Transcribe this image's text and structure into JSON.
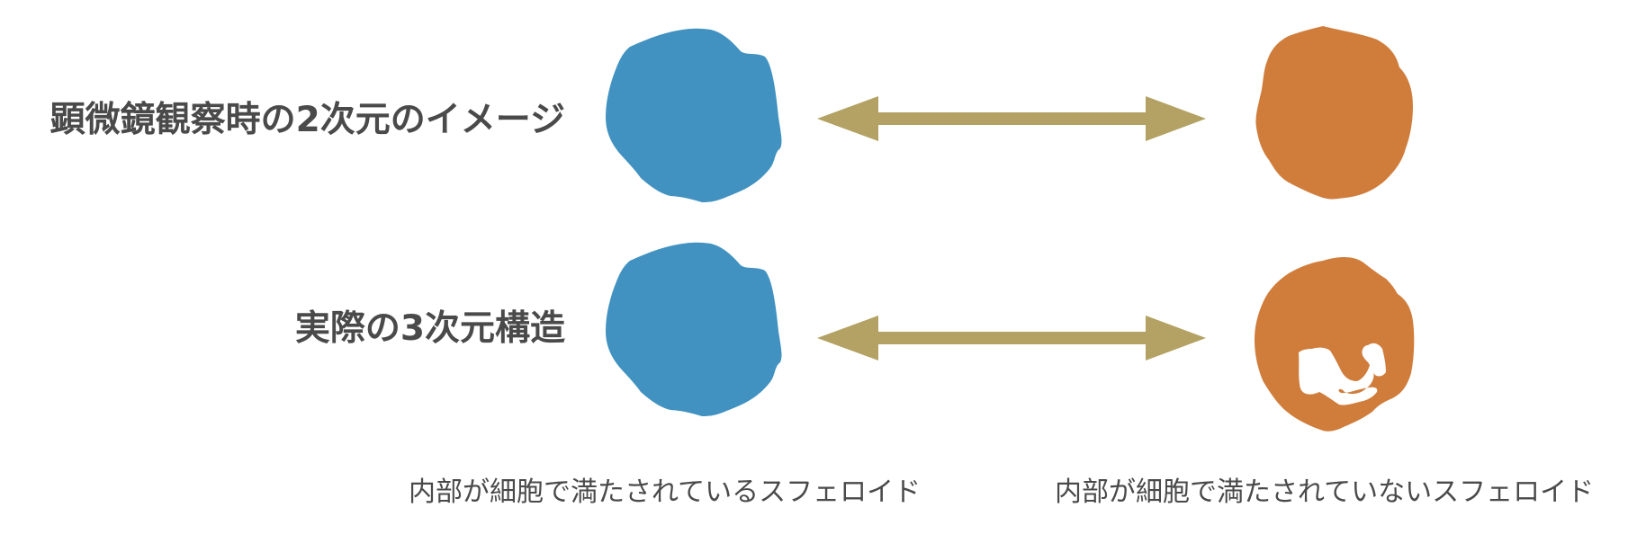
{
  "rows": {
    "top_label": "顕微鏡観察時の2次元のイメージ",
    "bottom_label": "実際の3次元構造"
  },
  "captions": {
    "left": "内部が細胞で満たされているスフェロイド",
    "right": "内部が細胞で満たされていないスフェロイド"
  },
  "colors": {
    "filled_spheroid": "#4192c1",
    "hollow_spheroid": "#d07d3c",
    "arrow": "#b3a263",
    "text": "#4a4a4a"
  }
}
